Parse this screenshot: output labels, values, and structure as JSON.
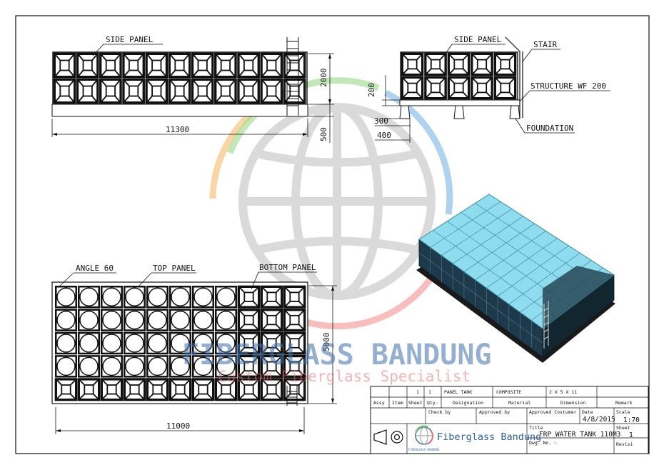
{
  "side_view": {
    "label_side_panel": "SIDE PANEL",
    "dim_length": "11300",
    "dim_height": "2000",
    "dim_base": "500"
  },
  "front_view": {
    "label_side_panel": "SIDE PANEL",
    "label_stair": "STAIR",
    "label_structure": "STRUCTURE WF 200",
    "label_foundation": "FOUNDATION",
    "dim_200": "200",
    "dim_300": "300",
    "dim_400": "400"
  },
  "top_view": {
    "label_angle": "ANGLE 60",
    "label_top_panel": "TOP PANEL",
    "label_bottom_panel": "BOTTOM PANEL",
    "dim_length": "11000",
    "dim_width": "5000"
  },
  "watermark": {
    "company": "FIBERGLASS BANDUNG",
    "tagline": "Custom Fiberglass Specialist"
  },
  "title_block": {
    "row1": {
      "assy": "",
      "item": "",
      "sheet": "1",
      "qty": "1",
      "designation": "PANEL TANK",
      "material": "COMPOSITE",
      "dimension": "2 X 5 X 11",
      "remark": ""
    },
    "headers": {
      "assy": "Assy",
      "item": "Item",
      "sheet": "Sheet",
      "qty": "Qty.",
      "designation": "Designation",
      "material": "Material",
      "dimension": "Dimension",
      "remark": "Remark"
    },
    "check_by": "Check by",
    "approved_by": "Approved by",
    "approved_customer": "Approved Costumer",
    "date_label": "Date",
    "date_value": "4/8/2015",
    "scale_label": "Scale",
    "scale_value": "1:70",
    "title_label": "Title",
    "title_value": "FRP WATER TANK 110M3",
    "sheet_label": "Sheet",
    "sheet_value": "1",
    "dwg_label": "Dwg. No. :",
    "revisi_label": "Revisi",
    "logo_company": "Fiberglass Bandung",
    "logo_small": "FIBERGLASS BANDUNG"
  },
  "colors": {
    "frame": "#111111",
    "glass_top": "#7fd8ea",
    "watermark_blue": "#3d6ea8",
    "watermark_red": "#e86a6a",
    "arc_green": "#8fd37a",
    "arc_orange": "#f5b25a",
    "arc_blue": "#6aaee0",
    "arc_red": "#ef6d6d"
  }
}
